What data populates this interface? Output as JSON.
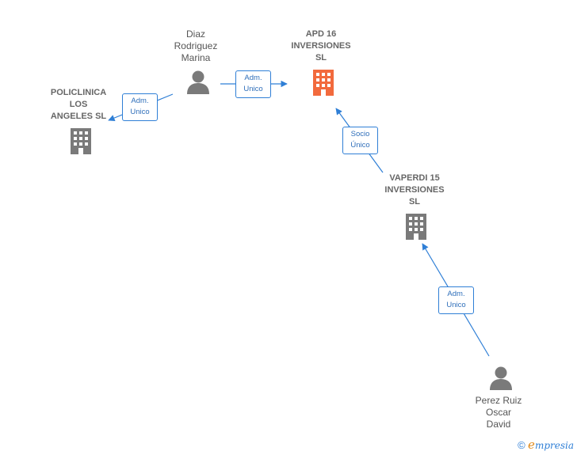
{
  "nodes": {
    "apd16": {
      "label": "APD 16\nINVERSIONES\nSL",
      "icon": "building-icon",
      "color": "#f26a3d"
    },
    "diaz": {
      "label": "Diaz\nRodriguez\nMarina",
      "icon": "person-icon",
      "color": "#7a7a7a"
    },
    "policlinica": {
      "label": "POLICLINICA\nLOS\nANGELES SL",
      "icon": "building-icon",
      "color": "#7a7a7a"
    },
    "vaperdi": {
      "label": "VAPERDI 15\nINVERSIONES\nSL",
      "icon": "building-icon",
      "color": "#7a7a7a"
    },
    "perez": {
      "label": "Perez Ruiz\nOscar\nDavid",
      "icon": "person-icon",
      "color": "#7a7a7a"
    }
  },
  "edges": {
    "diaz_apd16": {
      "label": "Adm.\nUnico"
    },
    "diaz_policlinica": {
      "label": "Adm.\nUnico"
    },
    "vaperdi_apd16": {
      "label": "Socio\nÚnico"
    },
    "perez_vaperdi": {
      "label": "Adm.\nUnico"
    }
  },
  "colors": {
    "edge": "#2f7fd6",
    "focus": "#f26a3d",
    "neutral": "#7a7a7a"
  },
  "brand": {
    "copyright": "©",
    "e": "e",
    "name": "mpresia"
  }
}
